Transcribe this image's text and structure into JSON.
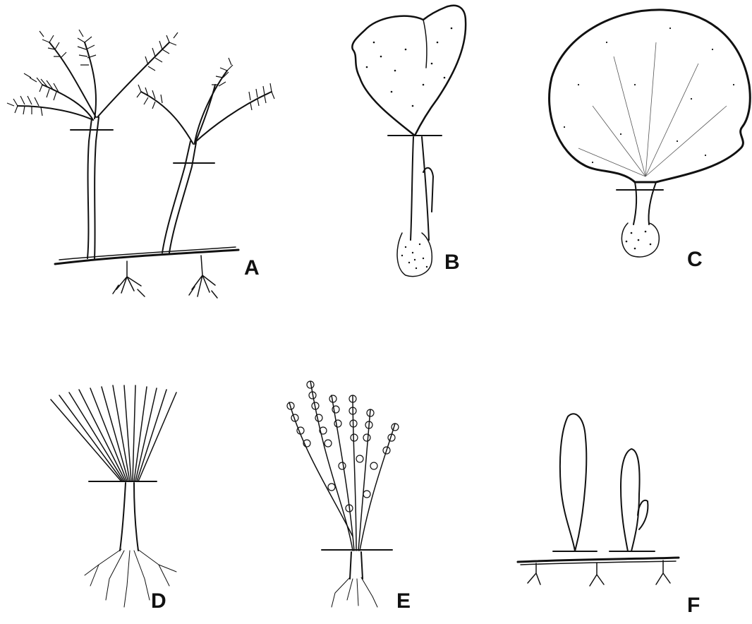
{
  "panels": [
    {
      "id": "A",
      "label": "A"
    },
    {
      "id": "B",
      "label": "B"
    },
    {
      "id": "C",
      "label": "C"
    },
    {
      "id": "D",
      "label": "D"
    },
    {
      "id": "E",
      "label": "E"
    },
    {
      "id": "F",
      "label": "F"
    }
  ],
  "colors": {
    "ink": "#111111",
    "background": "#ffffff"
  }
}
